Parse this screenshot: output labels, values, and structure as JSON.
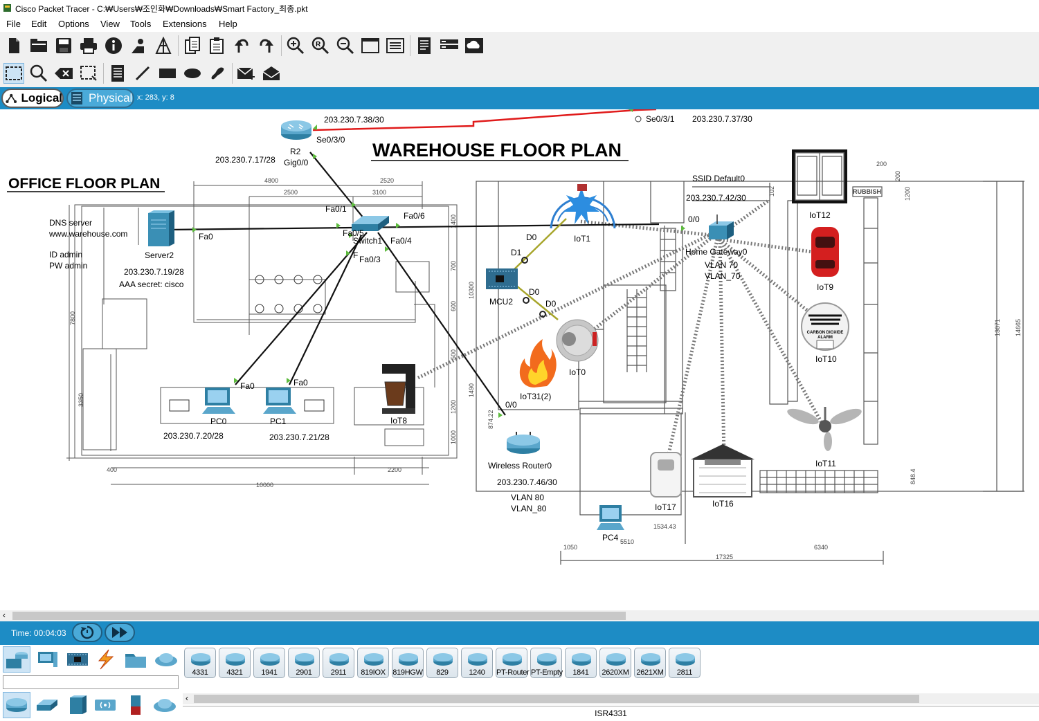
{
  "window": {
    "title": "Cisco Packet Tracer - C:₩Users₩조인화₩Downloads₩Smart Factory_최종.pkt"
  },
  "menu": [
    "File",
    "Edit",
    "Options",
    "View",
    "Tools",
    "Extensions",
    "Help"
  ],
  "toolbar_main": [
    "new-file-icon",
    "open-folder-icon",
    "save-icon",
    "print-icon",
    "info-icon",
    "activity-wizard-icon",
    "network-info-icon",
    "copy-icon",
    "paste-icon",
    "undo-icon",
    "redo-icon",
    "zoom-in-icon",
    "zoom-reset-icon",
    "zoom-out-icon",
    "drawing-palette-icon",
    "custom-devices-icon",
    "pdu-list-icon",
    "cluster-icon",
    "cloud-icon"
  ],
  "toolbar_tools": [
    "select-icon",
    "inspect-icon",
    "delete-icon",
    "resize-icon",
    "place-note-icon",
    "draw-line-icon",
    "draw-rectangle-icon",
    "draw-ellipse-icon",
    "draw-freeform-icon",
    "simple-pdu-icon",
    "complex-pdu-icon"
  ],
  "tabs": {
    "logical": "Logical",
    "physical": "Physical",
    "coords": "x: 283, y: 8"
  },
  "canvas": {
    "titles": {
      "office": "OFFICE FLOOR PLAN",
      "warehouse": "WAREHOUSE FLOOR PLAN"
    },
    "labels": {
      "r2_serial_ip": "203.230.7.38/30",
      "r2_se": "Se0/3/0",
      "r2_name": "R2",
      "r2_gig": "Gig0/0",
      "r2_lan_ip": "203.230.7.17/28",
      "remote_se": "Se0/3/1",
      "remote_ip": "203.230.7.37/30",
      "dns1": "DNS  server",
      "dns2": "www.warehouse.com",
      "id": "ID admin",
      "pw": "PW admin",
      "server_fa0": "Fa0",
      "server_name": "Server2",
      "server_ip": "203.230.7.19/28",
      "aaa": "AAA  secret: cisco",
      "sw_fa01": "Fa0/1",
      "sw_fa06": "Fa0/6",
      "sw_fa05": "Fa0/5",
      "sw_name": "Switch1",
      "sw_fa04": "Fa0/4",
      "sw_fa03": "Fa0/3",
      "sw_fa02": "F",
      "pc0_fa0": "Fa0",
      "pc1_fa0": "Fa0",
      "pc0": "PC0",
      "pc1": "PC1",
      "pc0_ip": "203.230.7.20/28",
      "pc1_ip": "203.230.7.21/28",
      "iot8": "IoT8",
      "ssid": "SSID Default0",
      "hgw_ip": "203.230.7.42/30",
      "hgw_port": "0/0",
      "hgw_name": "Home Gateway0",
      "vlan70a": "VLAN 70",
      "vlan70b": "VLAN_70",
      "iot12": "IoT12",
      "iot9": "IoT9",
      "iot10": "IoT10",
      "iot11": "IoT11",
      "iot1": "IoT1",
      "d0a": "D0",
      "d1": "D1",
      "mcu2": "MCU2",
      "d0b": "D0",
      "d0c": "D0",
      "iot0": "IoT0",
      "iot31": "IoT31(2)",
      "wr_port": "0/0",
      "wr_name": "Wireless Router0",
      "wr_ip": "203.230.7.46/30",
      "vlan80a": "VLAN 80",
      "vlan80b": "VLAN_80",
      "iot17": "IoT17",
      "iot16": "IoT16",
      "pc4": "PC4",
      "co2_1": "CARBON DIOXIDE",
      "co2_2": "ALARM"
    },
    "dims": [
      "4800",
      "2500",
      "3100",
      "2520",
      "7800",
      "3350",
      "400",
      "10000",
      "2200",
      "1490",
      "1400",
      "700",
      "600",
      "500",
      "1200",
      "1000",
      "10300",
      "874.22",
      "1050",
      "5510",
      "1534.43",
      "17325",
      "6340",
      "848.4",
      "200",
      "200",
      "1200",
      "13071",
      "14665",
      "RUBBISH",
      "102"
    ]
  },
  "status": {
    "time": "Time: 00:04:03"
  },
  "device_categories": [
    "network-devices-icon",
    "end-devices-icon",
    "components-icon",
    "connections-icon",
    "miscellaneous-icon",
    "multiuser-icon"
  ],
  "device_subcategories": [
    "routers-icon",
    "switches-icon",
    "hubs-icon",
    "wireless-devices-icon",
    "security-icon",
    "wan-emulation-icon"
  ],
  "search_value": "",
  "devices": [
    "4331",
    "4321",
    "1941",
    "2901",
    "2911",
    "819IOX",
    "819HGW",
    "829",
    "1240",
    "PT-Router",
    "PT-Empty",
    "1841",
    "2620XM",
    "2621XM",
    "2811"
  ],
  "selected_device": "ISR4331",
  "colors": {
    "accent": "#1d8cc5",
    "serial_link": "#e01b1b",
    "copper": "#000000",
    "iot_link": "#a7a52a"
  }
}
